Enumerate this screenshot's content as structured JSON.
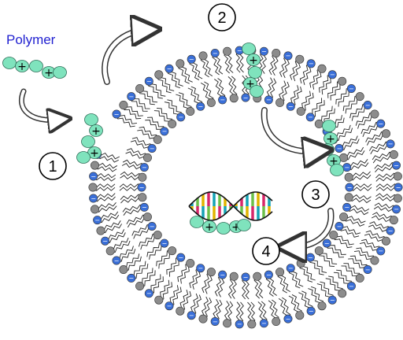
{
  "title": "Polymer",
  "steps": [
    {
      "label": "1"
    },
    {
      "label": "2"
    },
    {
      "label": "3"
    },
    {
      "label": "4"
    }
  ],
  "colors": {
    "head_blue": "#3a6fd8",
    "head_gray": "#8c8c8c",
    "polymer_bead": "#7fe3bd",
    "title_blue": "#1f1fd0"
  },
  "icons": {
    "head_blue_symbol": "−",
    "bead_symbol": "+"
  }
}
